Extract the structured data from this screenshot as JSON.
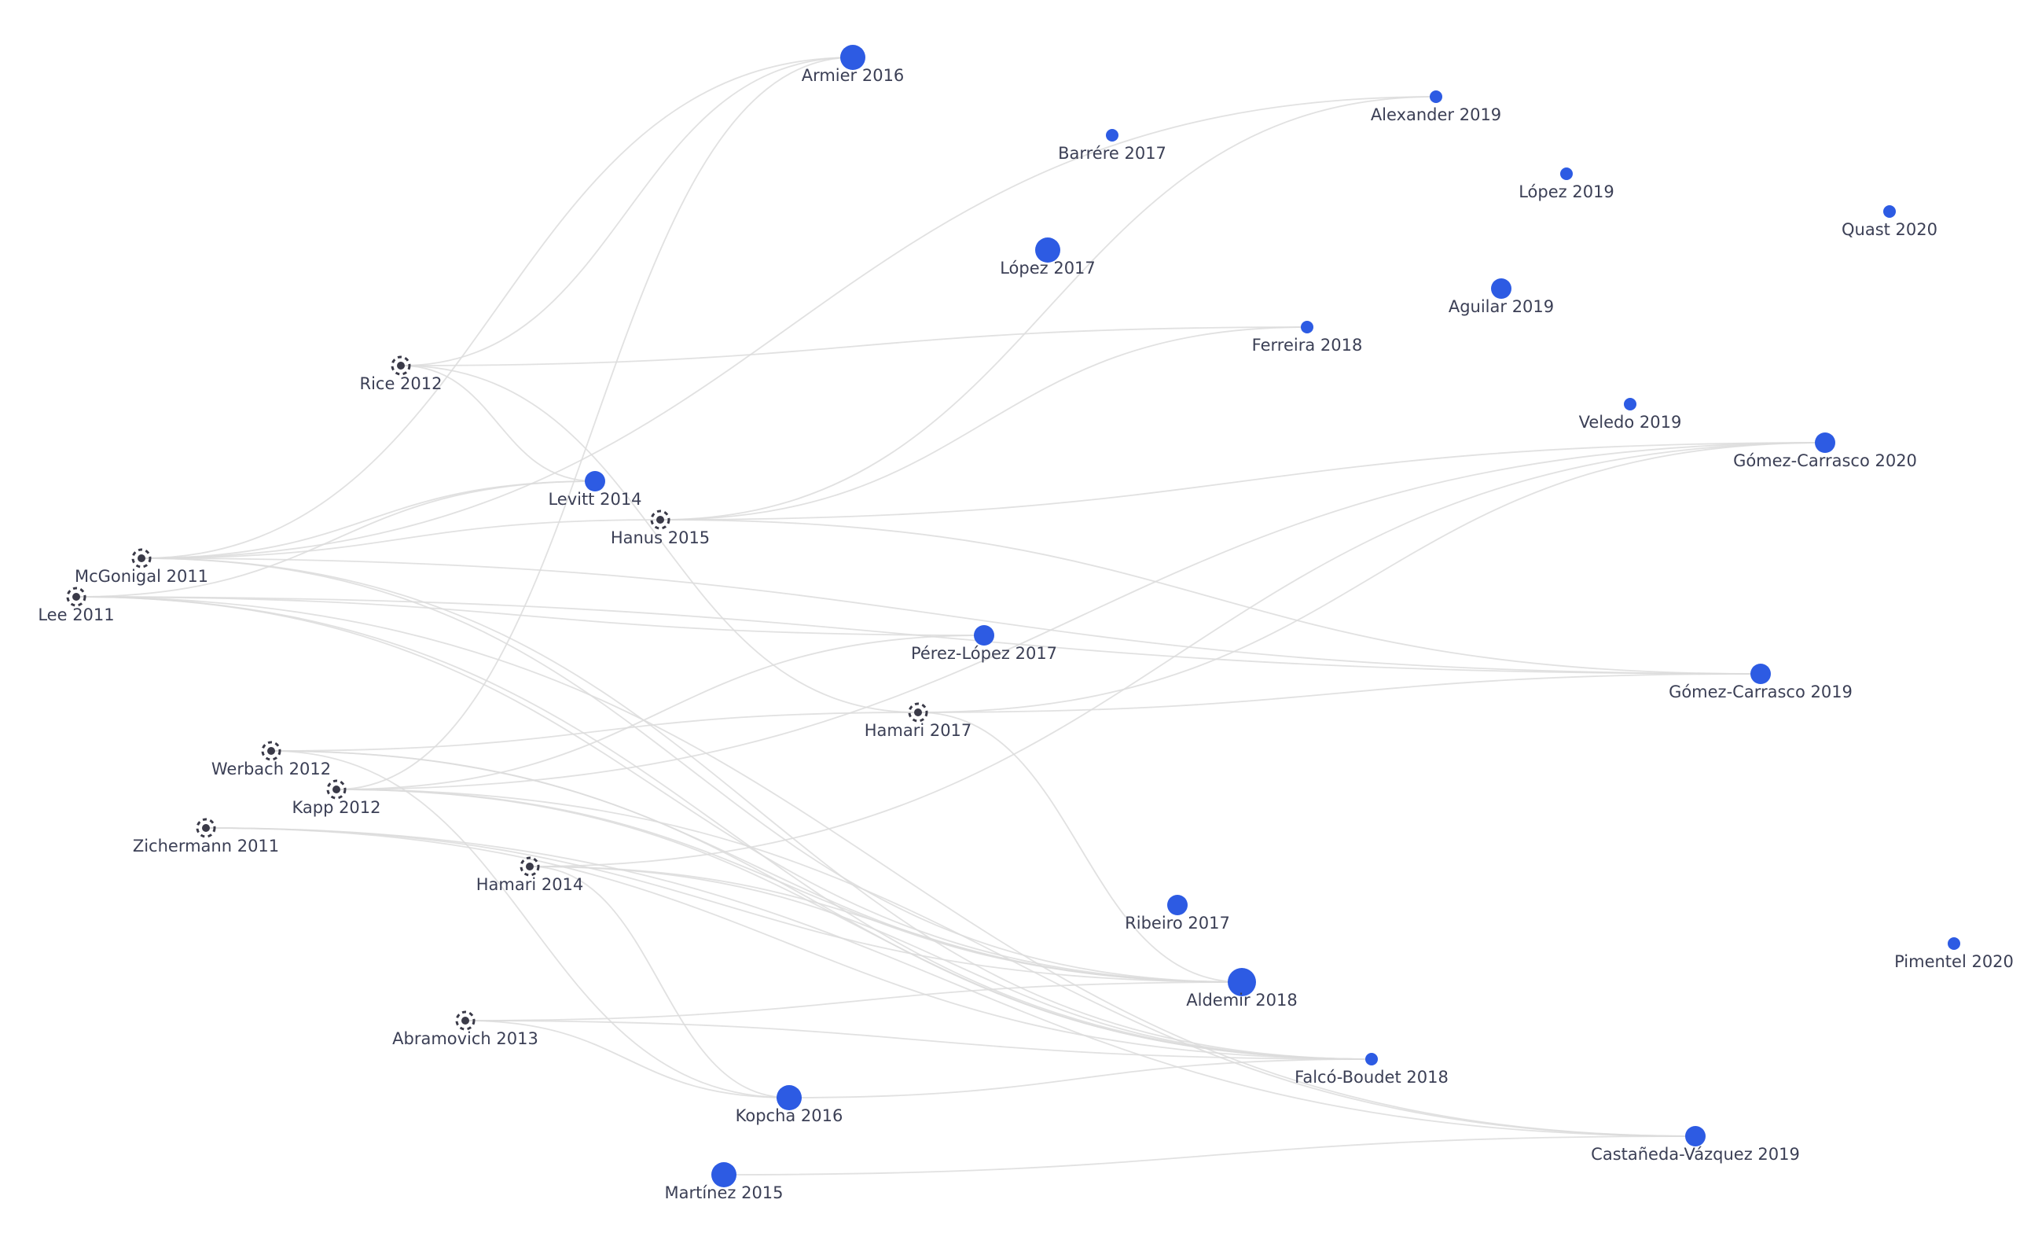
{
  "colors": {
    "paper_node": "#2d5be3",
    "reference_node": "#3a3a48",
    "edge": "#dcdcdc",
    "label": "#3b3f55"
  },
  "nodes": [
    {
      "id": "armier2016",
      "label": "Armier 2016",
      "type": "paper",
      "size": "large"
    },
    {
      "id": "alexander2019",
      "label": "Alexander 2019",
      "type": "paper",
      "size": "small"
    },
    {
      "id": "barrere2017",
      "label": "Barrére 2017",
      "type": "paper",
      "size": "small"
    },
    {
      "id": "lopez2019",
      "label": "López 2019",
      "type": "paper",
      "size": "small"
    },
    {
      "id": "quast2020",
      "label": "Quast 2020",
      "type": "paper",
      "size": "small"
    },
    {
      "id": "lopez2017",
      "label": "López 2017",
      "type": "paper",
      "size": "large"
    },
    {
      "id": "aguilar2019",
      "label": "Aguilar 2019",
      "type": "paper",
      "size": "medium"
    },
    {
      "id": "ferreira2018",
      "label": "Ferreira 2018",
      "type": "paper",
      "size": "small"
    },
    {
      "id": "rice2012",
      "label": "Rice 2012",
      "type": "reference"
    },
    {
      "id": "veledo2019",
      "label": "Veledo 2019",
      "type": "paper",
      "size": "small"
    },
    {
      "id": "gomezcarrasco2020",
      "label": "Gómez-Carrasco 2020",
      "type": "paper",
      "size": "medium"
    },
    {
      "id": "levitt2014",
      "label": "Levitt 2014",
      "type": "paper",
      "size": "medium"
    },
    {
      "id": "hanus2015",
      "label": "Hanus 2015",
      "type": "reference"
    },
    {
      "id": "mcgonigal2011",
      "label": "McGonigal 2011",
      "type": "reference"
    },
    {
      "id": "lee2011",
      "label": "Lee 2011",
      "type": "reference"
    },
    {
      "id": "perezlopez2017",
      "label": "Pérez-López 2017",
      "type": "paper",
      "size": "medium"
    },
    {
      "id": "gomezcarrasco2019",
      "label": "Gómez-Carrasco 2019",
      "type": "paper",
      "size": "medium"
    },
    {
      "id": "hamari2017",
      "label": "Hamari 2017",
      "type": "reference"
    },
    {
      "id": "werbach2012",
      "label": "Werbach 2012",
      "type": "reference"
    },
    {
      "id": "kapp2012",
      "label": "Kapp 2012",
      "type": "reference"
    },
    {
      "id": "zichermann2011",
      "label": "Zichermann 2011",
      "type": "reference"
    },
    {
      "id": "hamari2014",
      "label": "Hamari 2014",
      "type": "reference"
    },
    {
      "id": "ribeiro2017",
      "label": "Ribeiro 2017",
      "type": "paper",
      "size": "medium"
    },
    {
      "id": "pimentel2020",
      "label": "Pimentel 2020",
      "type": "paper",
      "size": "small"
    },
    {
      "id": "aldemir2018",
      "label": "Aldemir 2018",
      "type": "paper",
      "size": "xlarge"
    },
    {
      "id": "abramovich2013",
      "label": "Abramovich 2013",
      "type": "reference"
    },
    {
      "id": "falcoboudet2018",
      "label": "Falcó-Boudet 2018",
      "type": "paper",
      "size": "small"
    },
    {
      "id": "kopcha2016",
      "label": "Kopcha 2016",
      "type": "paper",
      "size": "large"
    },
    {
      "id": "castanedavazquez2019",
      "label": "Castañeda-Vázquez 2019",
      "type": "paper",
      "size": "medium"
    },
    {
      "id": "martinez2015",
      "label": "Martínez 2015",
      "type": "paper",
      "size": "large"
    }
  ],
  "edges": [
    [
      "rice2012",
      "armier2016"
    ],
    [
      "rice2012",
      "ferreira2018"
    ],
    [
      "rice2012",
      "levitt2014"
    ],
    [
      "rice2012",
      "hamari2017"
    ],
    [
      "mcgonigal2011",
      "armier2016"
    ],
    [
      "mcgonigal2011",
      "alexander2019"
    ],
    [
      "mcgonigal2011",
      "levitt2014"
    ],
    [
      "mcgonigal2011",
      "hanus2015"
    ],
    [
      "mcgonigal2011",
      "gomezcarrasco2019"
    ],
    [
      "mcgonigal2011",
      "aldemir2018"
    ],
    [
      "mcgonigal2011",
      "falcoboudet2018"
    ],
    [
      "lee2011",
      "levitt2014"
    ],
    [
      "lee2011",
      "perezlopez2017"
    ],
    [
      "lee2011",
      "gomezcarrasco2019"
    ],
    [
      "lee2011",
      "aldemir2018"
    ],
    [
      "lee2011",
      "falcoboudet2018"
    ],
    [
      "lee2011",
      "castanedavazquez2019"
    ],
    [
      "hanus2015",
      "alexander2019"
    ],
    [
      "hanus2015",
      "gomezcarrasco2020"
    ],
    [
      "hanus2015",
      "gomezcarrasco2019"
    ],
    [
      "hanus2015",
      "ferreira2018"
    ],
    [
      "hamari2017",
      "gomezcarrasco2020"
    ],
    [
      "hamari2017",
      "gomezcarrasco2019"
    ],
    [
      "hamari2017",
      "aldemir2018"
    ],
    [
      "werbach2012",
      "hamari2017"
    ],
    [
      "werbach2012",
      "aldemir2018"
    ],
    [
      "werbach2012",
      "falcoboudet2018"
    ],
    [
      "werbach2012",
      "kopcha2016"
    ],
    [
      "kapp2012",
      "armier2016"
    ],
    [
      "kapp2012",
      "perezlopez2017"
    ],
    [
      "kapp2012",
      "gomezcarrasco2020"
    ],
    [
      "kapp2012",
      "aldemir2018"
    ],
    [
      "kapp2012",
      "falcoboudet2018"
    ],
    [
      "kapp2012",
      "castanedavazquez2019"
    ],
    [
      "zichermann2011",
      "aldemir2018"
    ],
    [
      "zichermann2011",
      "falcoboudet2018"
    ],
    [
      "zichermann2011",
      "castanedavazquez2019"
    ],
    [
      "hamari2014",
      "gomezcarrasco2020"
    ],
    [
      "hamari2014",
      "aldemir2018"
    ],
    [
      "hamari2014",
      "falcoboudet2018"
    ],
    [
      "hamari2014",
      "kopcha2016"
    ],
    [
      "abramovich2013",
      "aldemir2018"
    ],
    [
      "abramovich2013",
      "falcoboudet2018"
    ],
    [
      "abramovich2013",
      "kopcha2016"
    ],
    [
      "kopcha2016",
      "falcoboudet2018"
    ],
    [
      "martinez2015",
      "castanedavazquez2019"
    ]
  ]
}
